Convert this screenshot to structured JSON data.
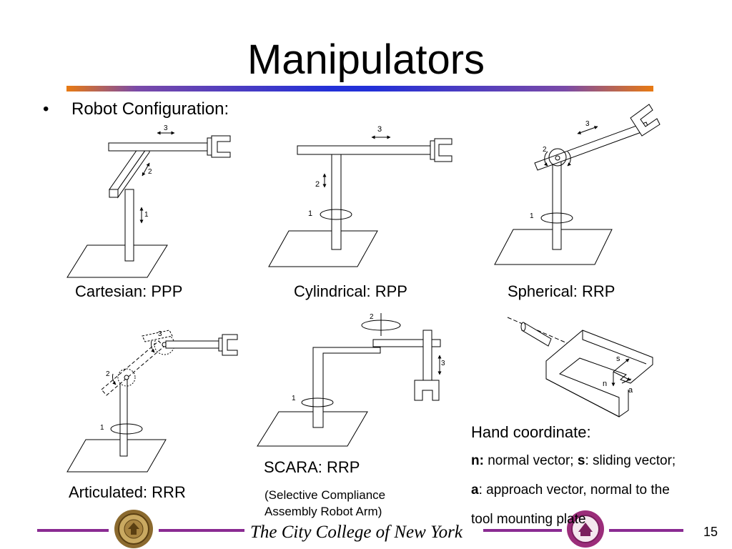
{
  "slide": {
    "title": "Manipulators",
    "bullet_marker": "•",
    "bullet_text": "Robot Configuration:",
    "page_number": "15"
  },
  "colors": {
    "title_bar_gradient": [
      "#e87a12",
      "#2230d8",
      "#e87a12"
    ],
    "footer_line": "#8a2b92",
    "seal": "#8b6a2e"
  },
  "configurations": [
    {
      "caption": "Cartesian: PPP",
      "joint_labels": [
        "1",
        "2",
        "3"
      ]
    },
    {
      "caption": "Cylindrical: RPP",
      "joint_labels": [
        "1",
        "2",
        "3"
      ]
    },
    {
      "caption": "Spherical: RRP",
      "joint_labels": [
        "1",
        "2",
        "3"
      ]
    },
    {
      "caption": "Articulated: RRR",
      "joint_labels": [
        "1",
        "2",
        "3"
      ]
    },
    {
      "caption": "SCARA: RRP",
      "subcaption_line1": "(Selective Compliance",
      "subcaption_line2": "Assembly Robot Arm)",
      "joint_labels": [
        "1",
        "2",
        "3"
      ]
    }
  ],
  "hand_coordinate": {
    "heading": "Hand coordinate:",
    "axis_labels": [
      "s",
      "n",
      "a"
    ],
    "line1_n_label": "n:",
    "line1_n_text": " normal vector; ",
    "line1_s_label": "s",
    "line1_s_text": ": sliding vector;",
    "line2_a_label": "a",
    "line2_a_text": ": approach vector, normal to the",
    "line3": "tool mounting plate"
  },
  "footer": {
    "institution": "The City College of New York",
    "seal_icon": "college-seal-icon"
  }
}
